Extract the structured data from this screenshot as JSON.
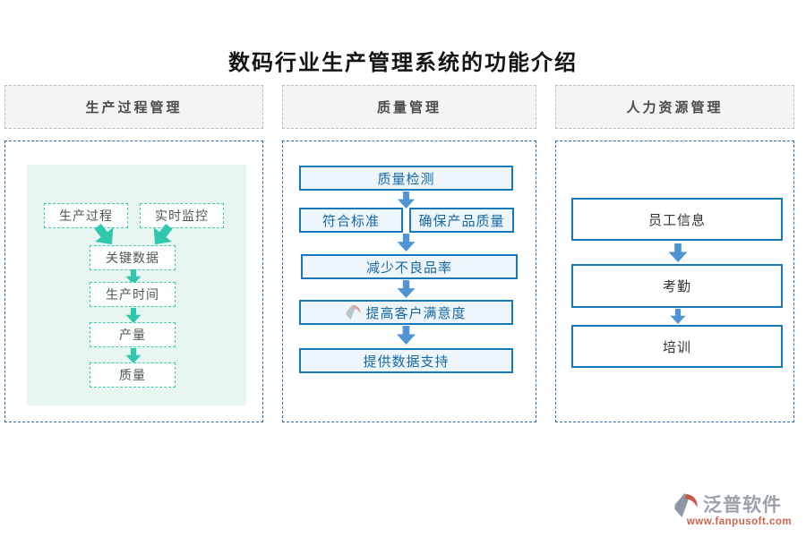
{
  "title": "数码行业生产管理系统的功能介绍",
  "headers": [
    "生产过程管理",
    "质量管理",
    "人力资源管理"
  ],
  "production": {
    "sources": [
      "生产过程",
      "实时监控"
    ],
    "chain": [
      "关键数据",
      "生产时间",
      "产量",
      "质量"
    ]
  },
  "quality": {
    "step1": "质量检测",
    "branch": [
      "符合标准",
      "确保产品质量"
    ],
    "step3": "减少不良品率",
    "step4": "提高客户满意度",
    "step5": "提供数据支持"
  },
  "hr": {
    "steps": [
      "员工信息",
      "考勤",
      "培训"
    ]
  },
  "footer": {
    "brand": "泛普软件",
    "url": "www.fanpusoft.com"
  },
  "colors": {
    "teal": "#2fc7ae",
    "teal_border": "#3fc9b4",
    "mint_bg": "#e7f6f0",
    "blue_border": "#1778be",
    "blue_fill": "#eef6fc",
    "blue_arrow": "#4f94d4",
    "panel_dash": "#2e6da4",
    "header_bg": "#f4f4f4",
    "brand_gray": "#99a1aa",
    "brand_red": "#cc6450"
  }
}
